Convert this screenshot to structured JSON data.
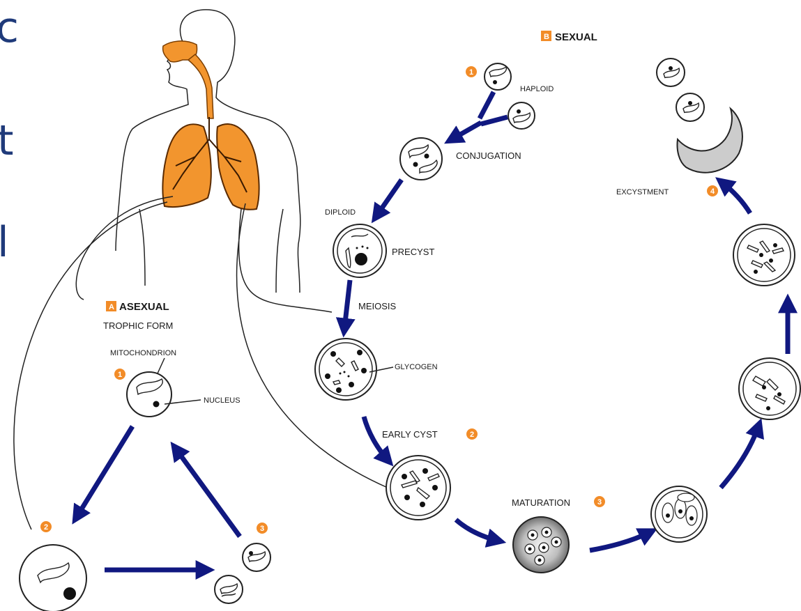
{
  "side_text": [
    "c",
    "t",
    "l"
  ],
  "colors": {
    "arrow": "#101880",
    "badge": "#f28c28",
    "lung": "#f2952e",
    "side_text": "#1f3a7a"
  },
  "asexual": {
    "letter": "A",
    "title": "ASEXUAL",
    "subtitle": "TROPHIC FORM",
    "mitochondrion": "MITOCHONDRION",
    "nucleus": "NUCLEUS",
    "step1": "1",
    "step2": "2",
    "step3": "3"
  },
  "sexual": {
    "letter": "B",
    "title": "SEXUAL",
    "step1": "1",
    "haploid": "HAPLOID",
    "conjugation": "CONJUGATION",
    "diploid": "DIPLOID",
    "precyst": "PRECYST",
    "meiosis": "MEIOSIS",
    "glycogen": "GLYCOGEN",
    "early_cyst": "EARLY CYST",
    "step2": "2",
    "maturation": "MATURATION",
    "step3": "3",
    "excystment": "EXCYSTMENT",
    "step4": "4"
  }
}
